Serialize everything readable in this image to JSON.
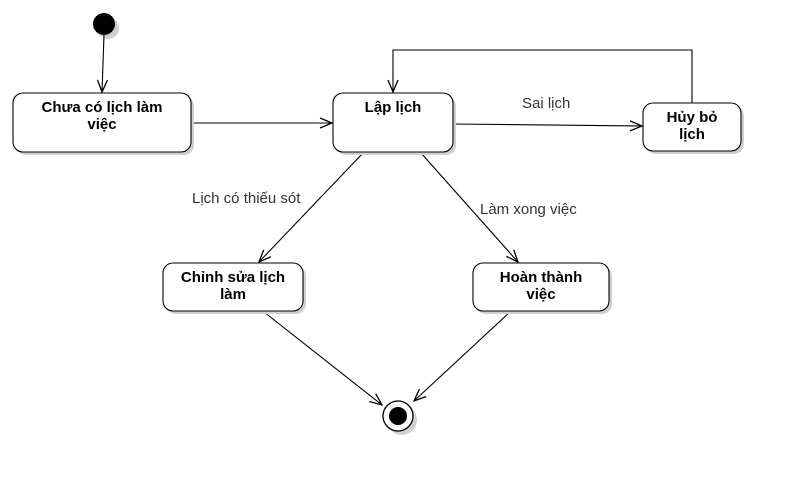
{
  "diagram": {
    "type": "state-machine",
    "states": {
      "chua_co_lich": {
        "line1": "Chưa có lịch làm",
        "line2": "việc"
      },
      "lap_lich": {
        "line1": "Lập lịch"
      },
      "huy_bo": {
        "line1": "Hủy bỏ",
        "line2": "lịch"
      },
      "chinh_sua": {
        "line1": "Chỉnh sửa lịch",
        "line2": "làm"
      },
      "hoan_thanh": {
        "line1": "Hoàn thành",
        "line2": "việc"
      }
    },
    "transitions": {
      "sai_lich": "Sai lịch",
      "lich_thieu_sot": "Lịch có thiếu sót",
      "lam_xong": "Làm xong việc"
    },
    "colors": {
      "stroke": "#000000",
      "fill": "#ffffff",
      "shadow": "#d0d0d0",
      "label": "#333333"
    }
  }
}
